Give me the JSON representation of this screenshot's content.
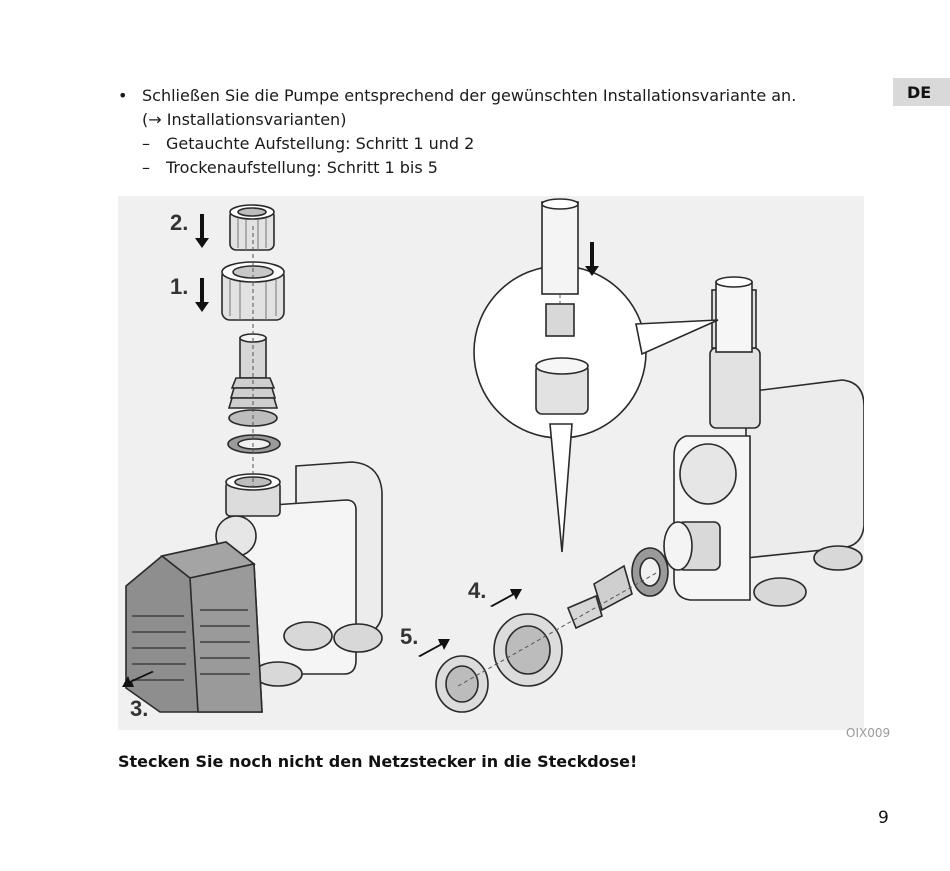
{
  "lang_tab": "DE",
  "instructions": {
    "bullet": "•",
    "text": "Schließen Sie die Pumpe entsprechend der gewünschten Installationsvariante an.",
    "reference": "(→ Installationsvarianten)",
    "dash": "–",
    "options": [
      "Getauchte Aufstellung: Schritt 1 und 2",
      "Trockenaufstellung: Schritt 1 bis 5"
    ]
  },
  "figure": {
    "step_labels": [
      "1.",
      "2.",
      "3.",
      "4.",
      "5."
    ],
    "code": "OIX009"
  },
  "warning": "Stecken Sie noch nicht den Netzstecker in die Steckdose!",
  "page_number": "9"
}
